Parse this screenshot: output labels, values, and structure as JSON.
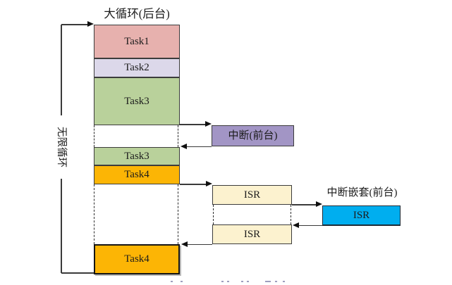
{
  "background": {
    "title": "大循环(后台)",
    "loop_label": "无限循环",
    "boxes": [
      {
        "id": "task1",
        "label": "Task1",
        "color": "#e7b1ae"
      },
      {
        "id": "task2",
        "label": "Task2",
        "color": "#dcd8ea"
      },
      {
        "id": "task3",
        "label": "Task3",
        "color": "#b9d19b"
      },
      {
        "id": "task3-repeat",
        "label": "Task3",
        "color": "#b9d19b"
      },
      {
        "id": "task4",
        "label": "Task4",
        "color": "#fcb505"
      },
      {
        "id": "task4-repeat",
        "label": "Task4",
        "color": "#fcb505"
      }
    ]
  },
  "foreground": {
    "interrupt_label": "中断(前台)",
    "interrupt_color": "#a295c5",
    "isr_labels": [
      "ISR",
      "ISR"
    ],
    "isr_color": "#fcf2cf"
  },
  "nested": {
    "title": "中断嵌套(前台)",
    "isr_label": "ISR",
    "isr_color": "#00aeef"
  },
  "colors": {
    "line": "#3a3a3a",
    "arrowhead": "#101010",
    "border": "#3c3c3c"
  }
}
